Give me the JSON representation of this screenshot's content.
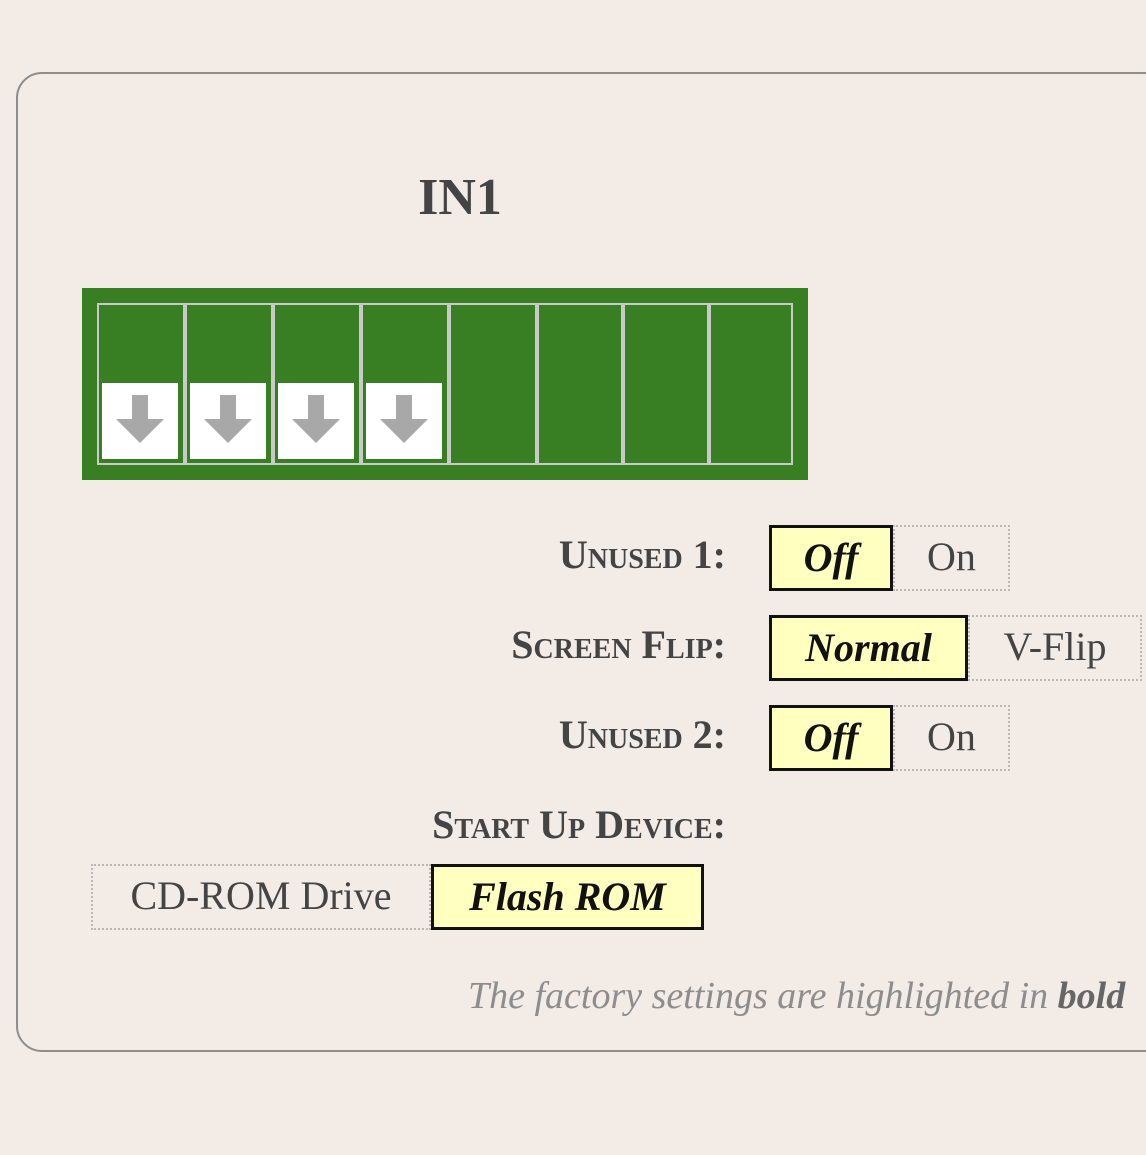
{
  "bank": {
    "title": "IN1",
    "switch_count": 8,
    "switches_down": [
      1,
      2,
      3,
      4
    ]
  },
  "settings": [
    {
      "label": "Unused 1:",
      "options": [
        {
          "text": "Off",
          "selected": true
        },
        {
          "text": "On",
          "selected": false
        }
      ]
    },
    {
      "label": "Screen Flip:",
      "options": [
        {
          "text": "Normal",
          "selected": true
        },
        {
          "text": "V-Flip",
          "selected": false
        }
      ]
    },
    {
      "label": "Unused 2:",
      "options": [
        {
          "text": "Off",
          "selected": true
        },
        {
          "text": "On",
          "selected": false
        }
      ]
    },
    {
      "label": "Start Up Device:",
      "options": [
        {
          "text": "CD-ROM Drive",
          "selected": false
        },
        {
          "text": "Flash ROM",
          "selected": true
        }
      ]
    }
  ],
  "footnote": {
    "text": "The factory settings are highlighted in",
    "emphasis": "bold"
  },
  "colors": {
    "switch_body": "#377f22",
    "selected_fill": "#ffffc0",
    "background": "#f3ebe6"
  },
  "icons": {
    "switch_knob": "arrow-down-icon"
  }
}
